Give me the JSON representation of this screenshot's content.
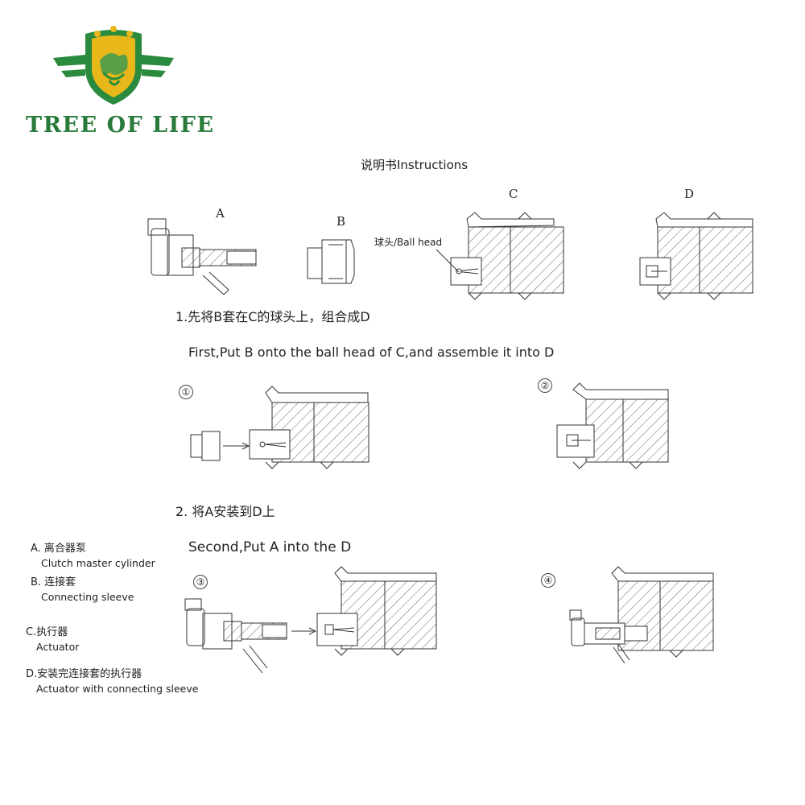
{
  "brand": {
    "name": "TREE OF LIFE",
    "colors": {
      "green": "#2a8a3e",
      "gold": "#e8b71a"
    }
  },
  "document": {
    "title": "说明书Instructions"
  },
  "parts": {
    "A": "A",
    "B": "B",
    "C": "C",
    "D": "D",
    "ball_head": "球头/Ball head"
  },
  "step1": {
    "cn": "1.先将B套在C的球头上，组合成D",
    "en": "First,Put B onto the ball head of C,and assemble it into D",
    "sub": [
      "①",
      "②"
    ]
  },
  "step2": {
    "cn": "2. 将A安装到D上",
    "en": "Second,Put A into the D",
    "sub": [
      "③",
      "④"
    ]
  },
  "legend": [
    {
      "head": "A. 离合器泵",
      "sub": "Clutch master  cylinder"
    },
    {
      "head": "B. 连接套",
      "sub": "Connecting sleeve"
    },
    {
      "head": "C.执行器",
      "sub": "Actuator"
    },
    {
      "head": "D.安装完连接套的执行器",
      "sub": "Actuator with connecting sleeve"
    }
  ]
}
